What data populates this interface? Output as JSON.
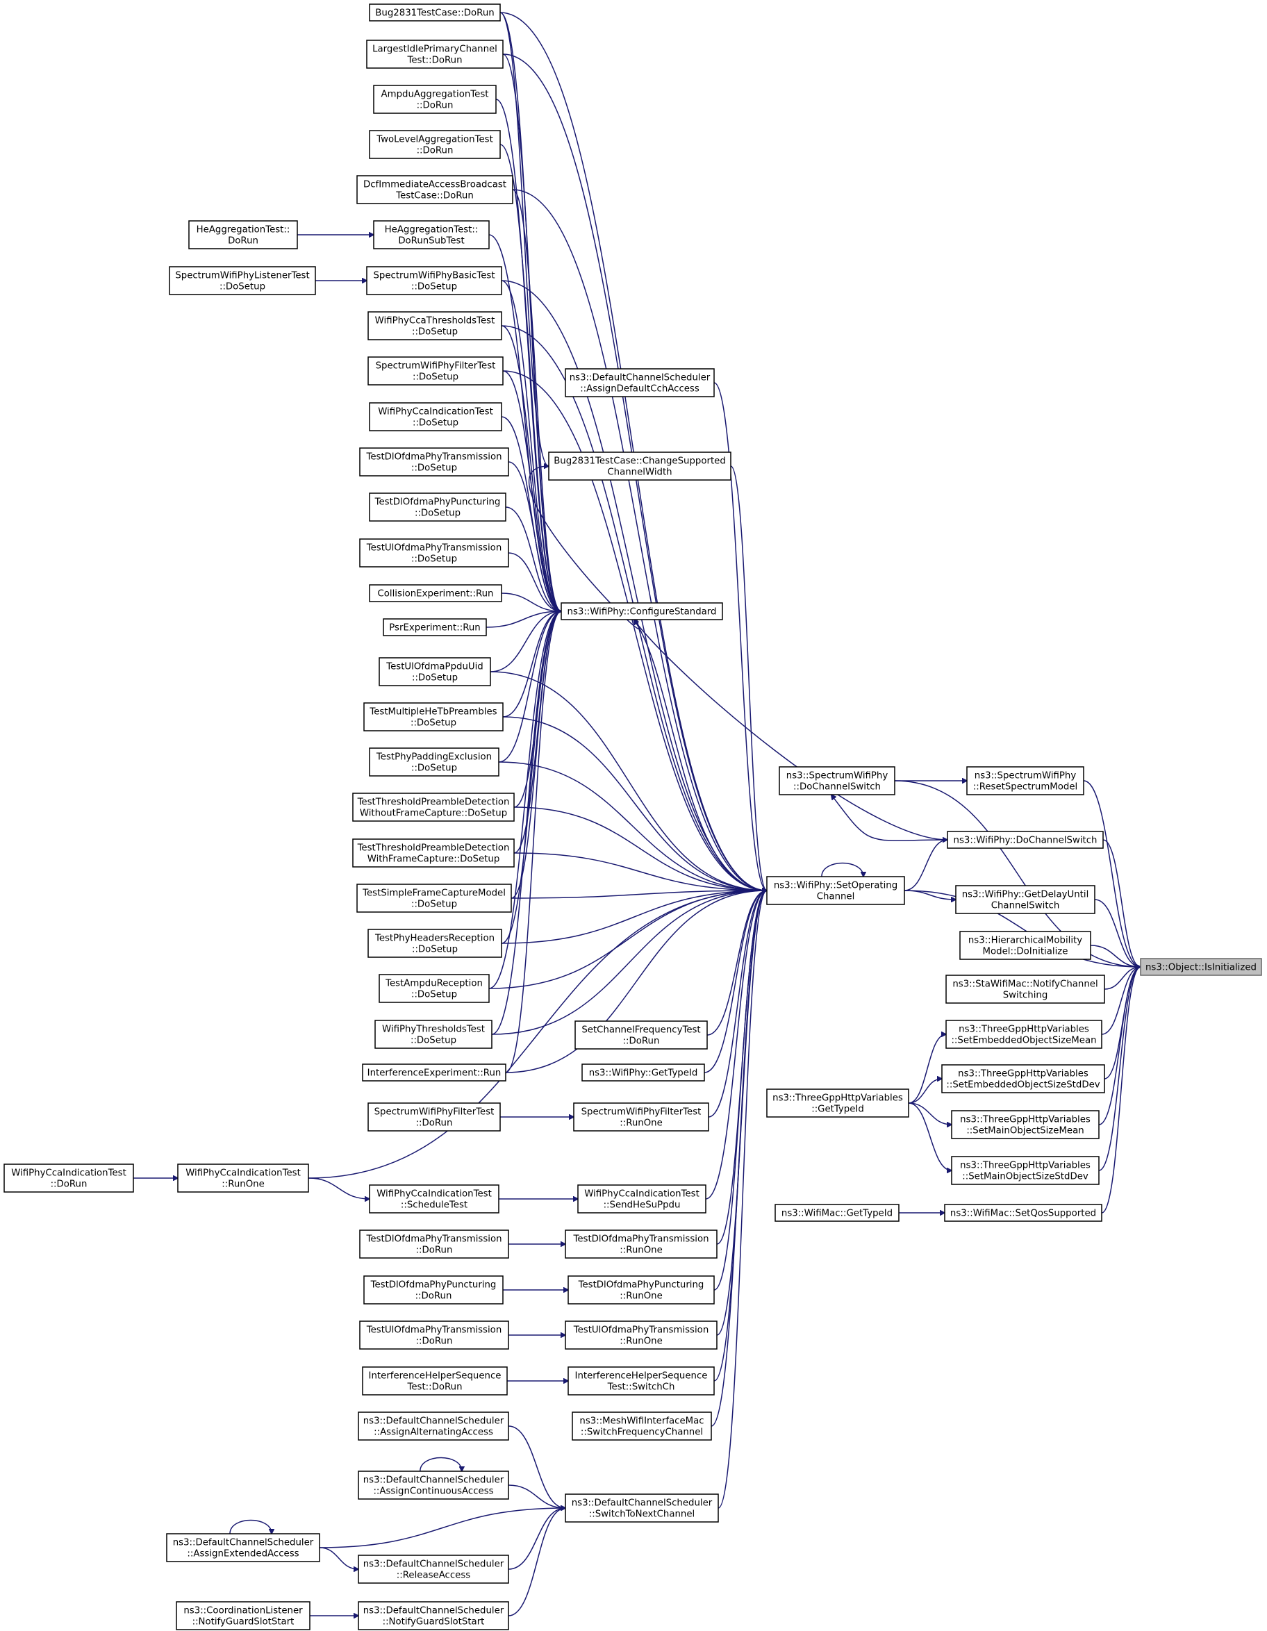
{
  "graph": {
    "root": "ns3::Object::IsInitialized",
    "nodes": [
      {
        "id": "bug2831_dorun",
        "lines": [
          "Bug2831TestCase::DoRun"
        ]
      },
      {
        "id": "largest_idle",
        "lines": [
          "LargestIdlePrimaryChannel",
          "Test::DoRun"
        ]
      },
      {
        "id": "ampdu_agg",
        "lines": [
          "AmpduAggregationTest",
          "::DoRun"
        ]
      },
      {
        "id": "twolevel_agg",
        "lines": [
          "TwoLevelAggregationTest",
          "::DoRun"
        ]
      },
      {
        "id": "dcf_immediate",
        "lines": [
          "DcfImmediateAccessBroadcast",
          "TestCase::DoRun"
        ]
      },
      {
        "id": "he_agg_dorun",
        "lines": [
          "HeAggregationTest::",
          "DoRun"
        ]
      },
      {
        "id": "he_agg_sub",
        "lines": [
          "HeAggregationTest::",
          "DoRunSubTest"
        ]
      },
      {
        "id": "spec_listener",
        "lines": [
          "SpectrumWifiPhyListenerTest",
          "::DoSetup"
        ]
      },
      {
        "id": "spec_basic",
        "lines": [
          "SpectrumWifiPhyBasicTest",
          "::DoSetup"
        ]
      },
      {
        "id": "cca_thresholds",
        "lines": [
          "WifiPhyCcaThresholdsTest",
          "::DoSetup"
        ]
      },
      {
        "id": "spec_filter_setup",
        "lines": [
          "SpectrumWifiPhyFilterTest",
          "::DoSetup"
        ]
      },
      {
        "id": "cca_indication_setup",
        "lines": [
          "WifiPhyCcaIndicationTest",
          "::DoSetup"
        ]
      },
      {
        "id": "dl_ofdma_tx_setup",
        "lines": [
          "TestDlOfdmaPhyTransmission",
          "::DoSetup"
        ]
      },
      {
        "id": "dl_ofdma_punct_setup",
        "lines": [
          "TestDlOfdmaPhyPuncturing",
          "::DoSetup"
        ]
      },
      {
        "id": "ul_ofdma_tx_setup",
        "lines": [
          "TestUlOfdmaPhyTransmission",
          "::DoSetup"
        ]
      },
      {
        "id": "collision_run",
        "lines": [
          "CollisionExperiment::Run"
        ]
      },
      {
        "id": "psr_run",
        "lines": [
          "PsrExperiment::Run"
        ]
      },
      {
        "id": "ul_ppdu_uid",
        "lines": [
          "TestUlOfdmaPpduUid",
          "::DoSetup"
        ]
      },
      {
        "id": "multi_hetb",
        "lines": [
          "TestMultipleHeTbPreambles",
          "::DoSetup"
        ]
      },
      {
        "id": "padding_excl",
        "lines": [
          "TestPhyPaddingExclusion",
          "::DoSetup"
        ]
      },
      {
        "id": "thresh_without",
        "lines": [
          "TestThresholdPreambleDetection",
          "WithoutFrameCapture::DoSetup"
        ]
      },
      {
        "id": "thresh_with",
        "lines": [
          "TestThresholdPreambleDetection",
          "WithFrameCapture::DoSetup"
        ]
      },
      {
        "id": "simple_capture",
        "lines": [
          "TestSimpleFrameCaptureModel",
          "::DoSetup"
        ]
      },
      {
        "id": "headers_rx",
        "lines": [
          "TestPhyHeadersReception",
          "::DoSetup"
        ]
      },
      {
        "id": "ampdu_rx",
        "lines": [
          "TestAmpduReception",
          "::DoSetup"
        ]
      },
      {
        "id": "phy_thresholds",
        "lines": [
          "WifiPhyThresholdsTest",
          "::DoSetup"
        ]
      },
      {
        "id": "interference_run",
        "lines": [
          "InterferenceExperiment::Run"
        ]
      },
      {
        "id": "spec_filter_dorun",
        "lines": [
          "SpectrumWifiPhyFilterTest",
          "::DoRun"
        ]
      },
      {
        "id": "cca_ind_dorun",
        "lines": [
          "WifiPhyCcaIndicationTest",
          "::DoRun"
        ]
      },
      {
        "id": "cca_ind_runone",
        "lines": [
          "WifiPhyCcaIndicationTest",
          "::RunOne"
        ]
      },
      {
        "id": "cca_ind_schedule",
        "lines": [
          "WifiPhyCcaIndicationTest",
          "::ScheduleTest"
        ]
      },
      {
        "id": "dl_ofdma_tx_dorun",
        "lines": [
          "TestDlOfdmaPhyTransmission",
          "::DoRun"
        ]
      },
      {
        "id": "dl_ofdma_punct_dorun",
        "lines": [
          "TestDlOfdmaPhyPuncturing",
          "::DoRun"
        ]
      },
      {
        "id": "ul_ofdma_tx_dorun",
        "lines": [
          "TestUlOfdmaPhyTransmission",
          "::DoRun"
        ]
      },
      {
        "id": "ihs_dorun",
        "lines": [
          "InterferenceHelperSequence",
          "Test::DoRun"
        ]
      },
      {
        "id": "dcs_alternating",
        "lines": [
          "ns3::DefaultChannelScheduler",
          "::AssignAlternatingAccess"
        ]
      },
      {
        "id": "dcs_continuous",
        "lines": [
          "ns3::DefaultChannelScheduler",
          "::AssignContinuousAccess"
        ]
      },
      {
        "id": "dcs_extended",
        "lines": [
          "ns3::DefaultChannelScheduler",
          "::AssignExtendedAccess"
        ]
      },
      {
        "id": "dcs_release",
        "lines": [
          "ns3::DefaultChannelScheduler",
          "::ReleaseAccess"
        ]
      },
      {
        "id": "coord_guard",
        "lines": [
          "ns3::CoordinationListener",
          "::NotifyGuardSlotStart"
        ]
      },
      {
        "id": "dcs_guard",
        "lines": [
          "ns3::DefaultChannelScheduler",
          "::NotifyGuardSlotStart"
        ]
      },
      {
        "id": "dcs_cch",
        "lines": [
          "ns3::DefaultChannelScheduler",
          "::AssignDefaultCchAccess"
        ]
      },
      {
        "id": "bug2831_change",
        "lines": [
          "Bug2831TestCase::ChangeSupported",
          "ChannelWidth"
        ]
      },
      {
        "id": "configure_std",
        "lines": [
          "ns3::WifiPhy::ConfigureStandard"
        ]
      },
      {
        "id": "set_freq_dorun",
        "lines": [
          "SetChannelFrequencyTest",
          "::DoRun"
        ]
      },
      {
        "id": "wifiphy_typeid",
        "lines": [
          "ns3::WifiPhy::GetTypeId"
        ]
      },
      {
        "id": "spec_filter_runone",
        "lines": [
          "SpectrumWifiPhyFilterTest",
          "::RunOne"
        ]
      },
      {
        "id": "cca_send_he",
        "lines": [
          "WifiPhyCcaIndicationTest",
          "::SendHeSuPpdu"
        ]
      },
      {
        "id": "dl_ofdma_tx_runone",
        "lines": [
          "TestDlOfdmaPhyTransmission",
          "::RunOne"
        ]
      },
      {
        "id": "dl_ofdma_punct_runone",
        "lines": [
          "TestDlOfdmaPhyPuncturing",
          "::RunOne"
        ]
      },
      {
        "id": "ul_ofdma_tx_runone",
        "lines": [
          "TestUlOfdmaPhyTransmission",
          "::RunOne"
        ]
      },
      {
        "id": "ihs_switch",
        "lines": [
          "InterferenceHelperSequence",
          "Test::SwitchCh"
        ]
      },
      {
        "id": "mesh_switch",
        "lines": [
          "ns3::MeshWifiInterfaceMac",
          "::SwitchFrequencyChannel"
        ]
      },
      {
        "id": "dcs_switch_next",
        "lines": [
          "ns3::DefaultChannelScheduler",
          "::SwitchToNextChannel"
        ]
      },
      {
        "id": "spec_do_switch",
        "lines": [
          "ns3::SpectrumWifiPhy",
          "::DoChannelSwitch"
        ]
      },
      {
        "id": "set_operating",
        "lines": [
          "ns3::WifiPhy::SetOperating",
          "Channel"
        ]
      },
      {
        "id": "http_typeid",
        "lines": [
          "ns3::ThreeGppHttpVariables",
          "::GetTypeId"
        ]
      },
      {
        "id": "mac_typeid",
        "lines": [
          "ns3::WifiMac::GetTypeId"
        ]
      },
      {
        "id": "reset_spectrum",
        "lines": [
          "ns3::SpectrumWifiPhy",
          "::ResetSpectrumModel"
        ]
      },
      {
        "id": "wifiphy_do_switch",
        "lines": [
          "ns3::WifiPhy::DoChannelSwitch"
        ]
      },
      {
        "id": "delay_until",
        "lines": [
          "ns3::WifiPhy::GetDelayUntil",
          "ChannelSwitch"
        ]
      },
      {
        "id": "hier_mobility",
        "lines": [
          "ns3::HierarchicalMobility",
          "Model::DoInitialize"
        ]
      },
      {
        "id": "sta_notify",
        "lines": [
          "ns3::StaWifiMac::NotifyChannel",
          "Switching"
        ]
      },
      {
        "id": "emb_mean",
        "lines": [
          "ns3::ThreeGppHttpVariables",
          "::SetEmbeddedObjectSizeMean"
        ]
      },
      {
        "id": "emb_std",
        "lines": [
          "ns3::ThreeGppHttpVariables",
          "::SetEmbeddedObjectSizeStdDev"
        ]
      },
      {
        "id": "main_mean",
        "lines": [
          "ns3::ThreeGppHttpVariables",
          "::SetMainObjectSizeMean"
        ]
      },
      {
        "id": "main_std",
        "lines": [
          "ns3::ThreeGppHttpVariables",
          "::SetMainObjectSizeStdDev"
        ]
      },
      {
        "id": "set_qos",
        "lines": [
          "ns3::WifiMac::SetQosSupported"
        ]
      },
      {
        "id": "is_initialized",
        "lines": [
          "ns3::Object::IsInitialized"
        ]
      }
    ],
    "edges": [
      [
        "bug2831_dorun",
        "configure_std"
      ],
      [
        "largest_idle",
        "configure_std"
      ],
      [
        "ampdu_agg",
        "configure_std"
      ],
      [
        "twolevel_agg",
        "configure_std"
      ],
      [
        "dcf_immediate",
        "configure_std"
      ],
      [
        "he_agg_sub",
        "configure_std"
      ],
      [
        "spec_basic",
        "configure_std"
      ],
      [
        "cca_thresholds",
        "configure_std"
      ],
      [
        "spec_filter_setup",
        "configure_std"
      ],
      [
        "cca_indication_setup",
        "configure_std"
      ],
      [
        "dl_ofdma_tx_setup",
        "configure_std"
      ],
      [
        "dl_ofdma_punct_setup",
        "configure_std"
      ],
      [
        "ul_ofdma_tx_setup",
        "configure_std"
      ],
      [
        "collision_run",
        "configure_std"
      ],
      [
        "psr_run",
        "configure_std"
      ],
      [
        "ul_ppdu_uid",
        "configure_std"
      ],
      [
        "multi_hetb",
        "configure_std"
      ],
      [
        "padding_excl",
        "configure_std"
      ],
      [
        "thresh_without",
        "configure_std"
      ],
      [
        "thresh_with",
        "configure_std"
      ],
      [
        "simple_capture",
        "configure_std"
      ],
      [
        "headers_rx",
        "configure_std"
      ],
      [
        "ampdu_rx",
        "configure_std"
      ],
      [
        "phy_thresholds",
        "configure_std"
      ],
      [
        "interference_run",
        "configure_std"
      ],
      [
        "bug2831_change",
        "configure_std"
      ],
      [
        "set_operating",
        "configure_std"
      ],
      [
        "bug2831_dorun",
        "bug2831_change"
      ],
      [
        "he_agg_dorun",
        "he_agg_sub"
      ],
      [
        "spec_listener",
        "spec_basic"
      ],
      [
        "spec_filter_dorun",
        "spec_filter_runone"
      ],
      [
        "cca_ind_dorun",
        "cca_ind_runone"
      ],
      [
        "cca_ind_runone",
        "cca_ind_schedule"
      ],
      [
        "cca_ind_schedule",
        "cca_send_he"
      ],
      [
        "dl_ofdma_tx_dorun",
        "dl_ofdma_tx_runone"
      ],
      [
        "dl_ofdma_punct_dorun",
        "dl_ofdma_punct_runone"
      ],
      [
        "ul_ofdma_tx_dorun",
        "ul_ofdma_tx_runone"
      ],
      [
        "ihs_dorun",
        "ihs_switch"
      ],
      [
        "dcs_alternating",
        "dcs_switch_next"
      ],
      [
        "dcs_continuous",
        "dcs_switch_next"
      ],
      [
        "dcs_extended",
        "dcs_switch_next"
      ],
      [
        "dcs_release",
        "dcs_switch_next"
      ],
      [
        "dcs_guard",
        "dcs_switch_next"
      ],
      [
        "coord_guard",
        "dcs_guard"
      ],
      [
        "dcs_extended",
        "dcs_release"
      ],
      [
        "dcs_continuous",
        "dcs_continuous"
      ],
      [
        "dcs_extended",
        "dcs_extended"
      ],
      [
        "dcs_cch",
        "set_operating"
      ],
      [
        "bug2831_dorun",
        "set_operating"
      ],
      [
        "largest_idle",
        "set_operating"
      ],
      [
        "dcf_immediate",
        "set_operating"
      ],
      [
        "spec_basic",
        "set_operating"
      ],
      [
        "cca_thresholds",
        "set_operating"
      ],
      [
        "spec_filter_setup",
        "set_operating"
      ],
      [
        "ul_ppdu_uid",
        "set_operating"
      ],
      [
        "multi_hetb",
        "set_operating"
      ],
      [
        "padding_excl",
        "set_operating"
      ],
      [
        "thresh_without",
        "set_operating"
      ],
      [
        "thresh_with",
        "set_operating"
      ],
      [
        "simple_capture",
        "set_operating"
      ],
      [
        "headers_rx",
        "set_operating"
      ],
      [
        "ampdu_rx",
        "set_operating"
      ],
      [
        "phy_thresholds",
        "set_operating"
      ],
      [
        "interference_run",
        "set_operating"
      ],
      [
        "bug2831_change",
        "set_operating"
      ],
      [
        "set_freq_dorun",
        "set_operating"
      ],
      [
        "wifiphy_typeid",
        "set_operating"
      ],
      [
        "spec_filter_runone",
        "set_operating"
      ],
      [
        "cca_ind_runone",
        "set_operating"
      ],
      [
        "cca_send_he",
        "set_operating"
      ],
      [
        "dl_ofdma_tx_runone",
        "set_operating"
      ],
      [
        "dl_ofdma_punct_runone",
        "set_operating"
      ],
      [
        "ul_ofdma_tx_runone",
        "set_operating"
      ],
      [
        "ihs_switch",
        "set_operating"
      ],
      [
        "mesh_switch",
        "set_operating"
      ],
      [
        "dcs_switch_next",
        "set_operating"
      ],
      [
        "set_operating",
        "set_operating"
      ],
      [
        "spec_do_switch",
        "reset_spectrum"
      ],
      [
        "spec_do_switch",
        "is_initialized"
      ],
      [
        "wifiphy_do_switch",
        "spec_do_switch"
      ],
      [
        "wifiphy_do_switch",
        "configure_std"
      ],
      [
        "set_operating",
        "wifiphy_do_switch"
      ],
      [
        "set_operating",
        "delay_until"
      ],
      [
        "set_operating",
        "is_initialized"
      ],
      [
        "reset_spectrum",
        "is_initialized"
      ],
      [
        "wifiphy_do_switch",
        "is_initialized"
      ],
      [
        "delay_until",
        "is_initialized"
      ],
      [
        "hier_mobility",
        "is_initialized"
      ],
      [
        "sta_notify",
        "is_initialized"
      ],
      [
        "http_typeid",
        "emb_mean"
      ],
      [
        "http_typeid",
        "emb_std"
      ],
      [
        "http_typeid",
        "main_mean"
      ],
      [
        "http_typeid",
        "main_std"
      ],
      [
        "emb_mean",
        "is_initialized"
      ],
      [
        "emb_std",
        "is_initialized"
      ],
      [
        "main_mean",
        "is_initialized"
      ],
      [
        "main_std",
        "is_initialized"
      ],
      [
        "mac_typeid",
        "set_qos"
      ],
      [
        "set_qos",
        "is_initialized"
      ]
    ]
  }
}
